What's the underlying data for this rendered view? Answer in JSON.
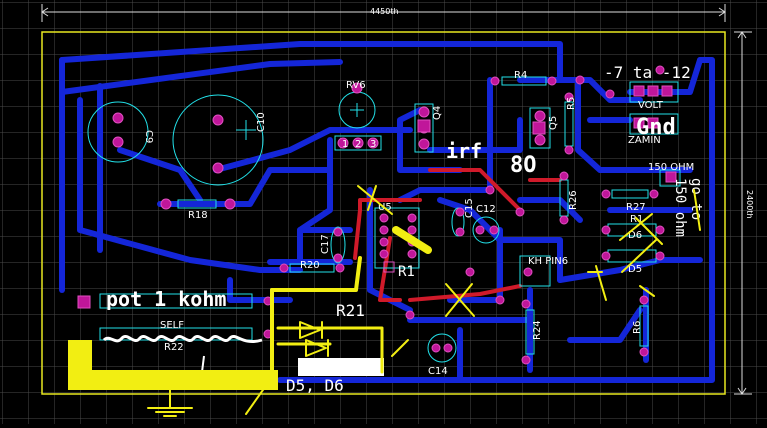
{
  "board": {
    "width_label": "4450th",
    "height_label": "2400th"
  },
  "components": {
    "c9": "C9",
    "c10": "C10",
    "rv6": "RV6",
    "r4": "R4",
    "r5": "R5",
    "q4": "Q4",
    "q5": "Q5",
    "volt": "VOLT",
    "zamin": "ZAMIN",
    "ohm150": "150 OHM",
    "r18": "R18",
    "u5": "U5",
    "c12": "C12",
    "c15": "C15",
    "c17": "C17",
    "r20": "R20",
    "r26": "R26",
    "r27": "R27",
    "r1": "R1",
    "d6": "D6",
    "d5": "D5",
    "kh_pin6": "KH PIN6",
    "self": "SELF",
    "r22": "R22",
    "r24": "R24",
    "r6": "R6",
    "c14": "C14",
    "pad1": "1",
    "pad2": "2",
    "pad3": "3"
  },
  "annotations": {
    "top_right": "-7 ta -12",
    "gnd": "Gnd",
    "irf": "irf",
    "eo": "8O",
    "r1_label": "R1",
    "r21_label": "R21",
    "pot": "pot 1 kohm",
    "d5d6": "D5, D6",
    "go": "go to",
    "ohm_side": "150 ohm"
  },
  "colors": {
    "background": "#000000",
    "trace_blue": "#1426d8",
    "trace_red": "#d01a2a",
    "pad_magenta": "#c0169a",
    "silk_cyan": "#22e0e8",
    "grid": "#5a5a5a",
    "outline_yellow": "#e8e820",
    "marker_yellow": "#f2ee12"
  }
}
